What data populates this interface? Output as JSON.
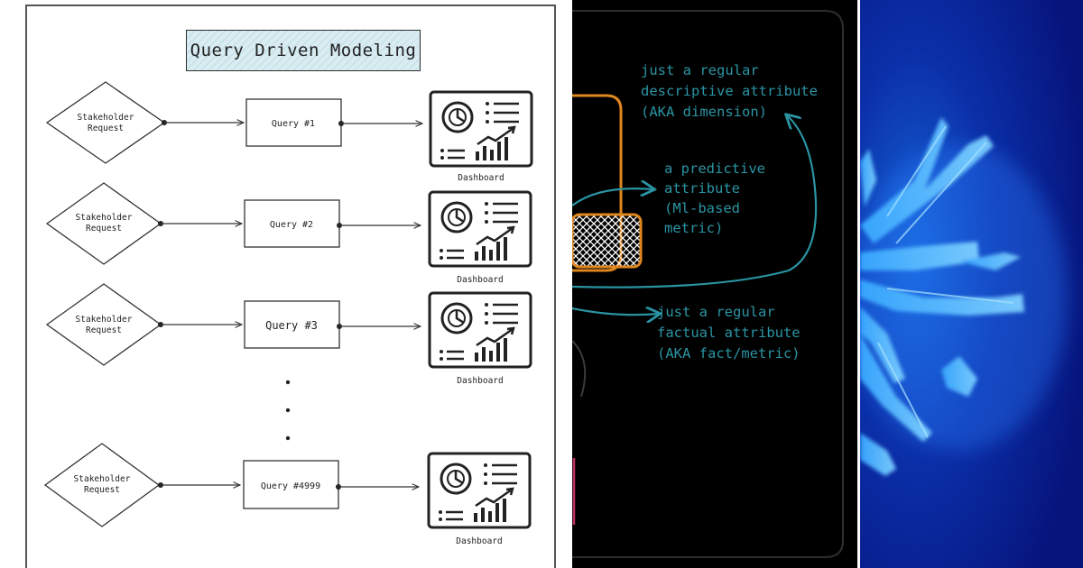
{
  "diagram": {
    "title": "Query Driven Modeling",
    "rows": [
      {
        "source_line1": "Stakeholder",
        "source_line2": "Request",
        "query": "Query #1",
        "target": "Dashboard"
      },
      {
        "source_line1": "Stakeholder",
        "source_line2": "Request",
        "query": "Query #2",
        "target": "Dashboard"
      },
      {
        "source_line1": "Stakeholder",
        "source_line2": "Request",
        "query": "Query #3",
        "target": "Dashboard"
      },
      {
        "source_line1": "Stakeholder",
        "source_line2": "Request",
        "query": "Query #4999",
        "target": "Dashboard"
      }
    ]
  },
  "annotations": {
    "dimension": [
      "just a regular",
      "descriptive attribute",
      "(AKA dimension)"
    ],
    "predictive": [
      "a predictive",
      "attribute",
      "(Ml-based",
      "metric)"
    ],
    "factual": [
      "just a regular",
      "factual attribute",
      "(AKA fact/metric)"
    ]
  },
  "colors": {
    "annotation_text": "#2a94a3",
    "table_outline": "#e0861f",
    "title_fill": "#d9ecf2",
    "right_panel": "#0a1a7a",
    "glow": "#3fb0ff"
  },
  "icons": [
    "pie-chart-icon",
    "list-icon",
    "bar-chart-icon",
    "trend-line-icon"
  ]
}
